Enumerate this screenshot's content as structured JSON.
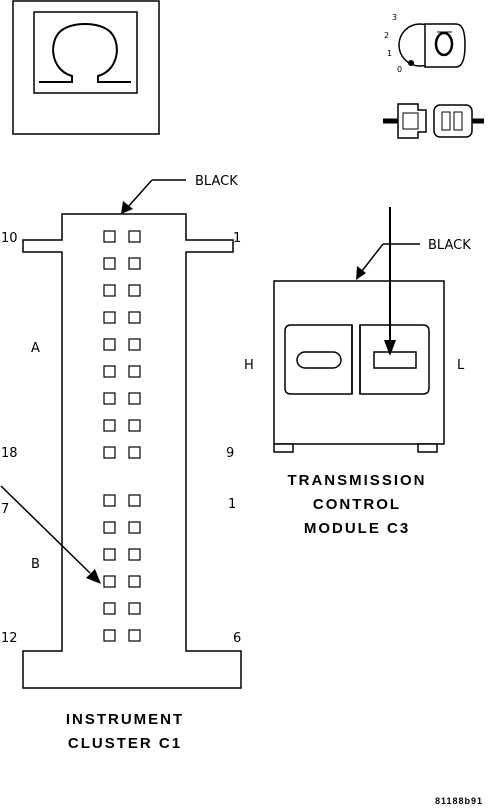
{
  "instrument_cluster": {
    "color_label": "BLACK",
    "pin_labels": {
      "top_left": "10",
      "top_right": "1",
      "section_a": "A",
      "mid_left": "18",
      "mid_right": "9",
      "lower_left": "7",
      "lower_right": "1",
      "section_b": "B",
      "bottom_left": "12",
      "bottom_right": "6"
    },
    "caption_line1": "INSTRUMENT",
    "caption_line2": "CLUSTER C1"
  },
  "tcm": {
    "color_label": "BLACK",
    "side_left": "H",
    "side_right": "L",
    "caption_line1": "TRANSMISSION",
    "caption_line2": "CONTROL",
    "caption_line3": "MODULE C3"
  },
  "ignition": {
    "positions": [
      "3",
      "2",
      "1",
      "0"
    ]
  },
  "reference_number": "81188b91"
}
